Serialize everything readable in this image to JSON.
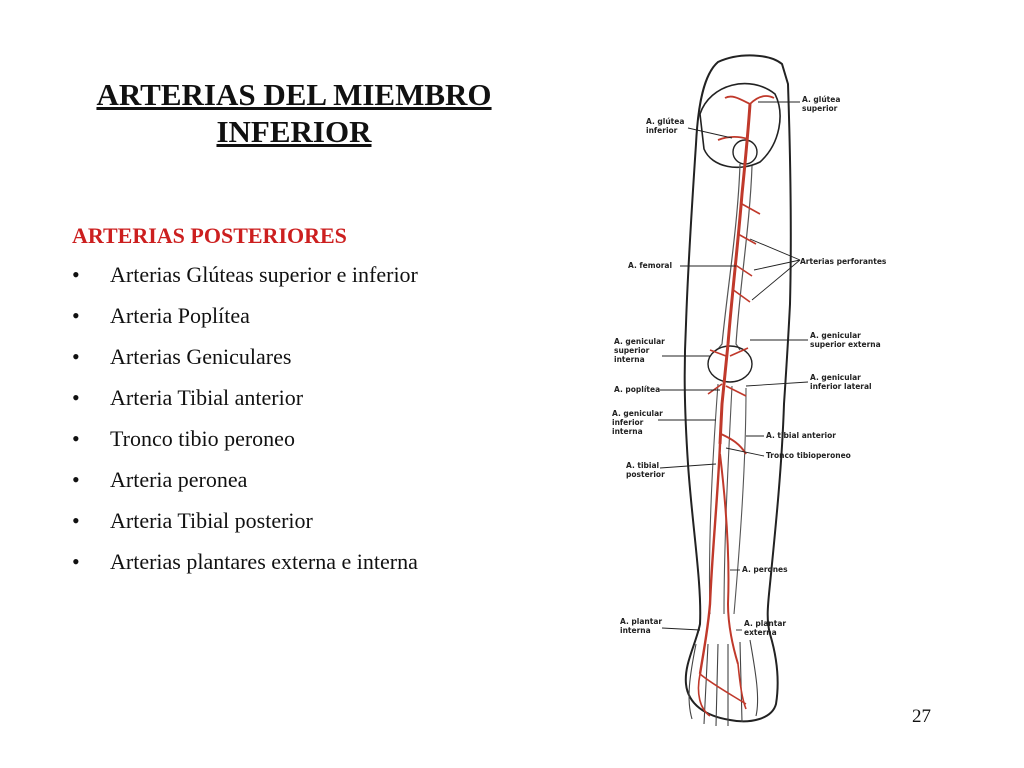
{
  "slide": {
    "title": "ARTERIAS DEL MIEMBRO INFERIOR",
    "section_heading": "ARTERIAS POSTERIORES",
    "bullet_symbol": "•",
    "bullets": [
      "Arterias Glúteas superior e inferior",
      "Arteria Poplítea",
      "Arterias Geniculares",
      "Arteria Tibial anterior",
      "Tronco tibio peroneo",
      "Arteria peronea",
      "Arteria Tibial posterior",
      "Arterias plantares externa e interna"
    ],
    "page_number": "27"
  },
  "figure": {
    "labels": {
      "glutea_superior": [
        "A. glútea",
        "superior"
      ],
      "glutea_inferior": [
        "A. glútea",
        "inferior"
      ],
      "femoral": "A. femoral",
      "perforantes": "Arterias perforantes",
      "genicular_sup_interna": [
        "A. genicular",
        "superior",
        "interna"
      ],
      "genicular_sup_externa": [
        "A. genicular",
        "superior externa"
      ],
      "poplitea": "A. poplítea",
      "genicular_inf_externa": [
        "A. genicular",
        "inferior lateral"
      ],
      "genicular_inf_interna": [
        "A. genicular",
        "inferior",
        "interna"
      ],
      "tibial_anterior": "A. tibial anterior",
      "tronco_tibioperoneo": "Tronco tibioperoneo",
      "tibial_posterior": [
        "A. tibial",
        "posterior"
      ],
      "peronea": "A. perones",
      "plantar_interna": [
        "A. plantar",
        "interna"
      ],
      "plantar_externa": [
        "A. plantar",
        "externa"
      ]
    }
  },
  "colors": {
    "title": "#111111",
    "section_heading": "#cc1f1f",
    "artery": "#c0392b",
    "outline": "#222222"
  }
}
